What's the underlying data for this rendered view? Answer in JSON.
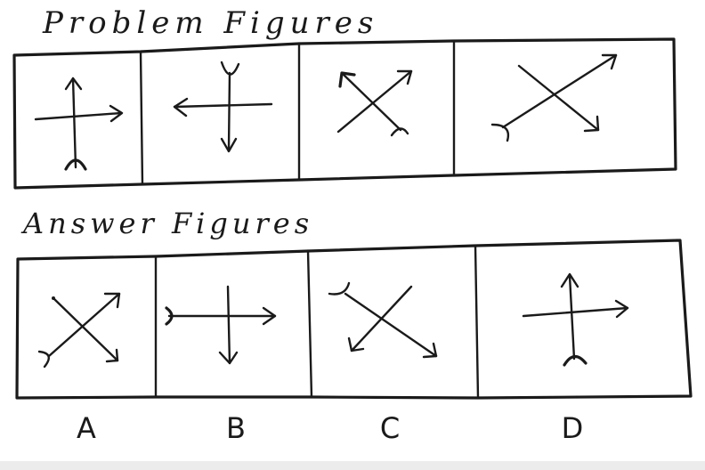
{
  "problem_heading": "Problem Figures",
  "answer_heading": "Answer Figures",
  "answer_options": [
    "A",
    "B",
    "C",
    "D"
  ],
  "ink_color": "#1a1a1a"
}
